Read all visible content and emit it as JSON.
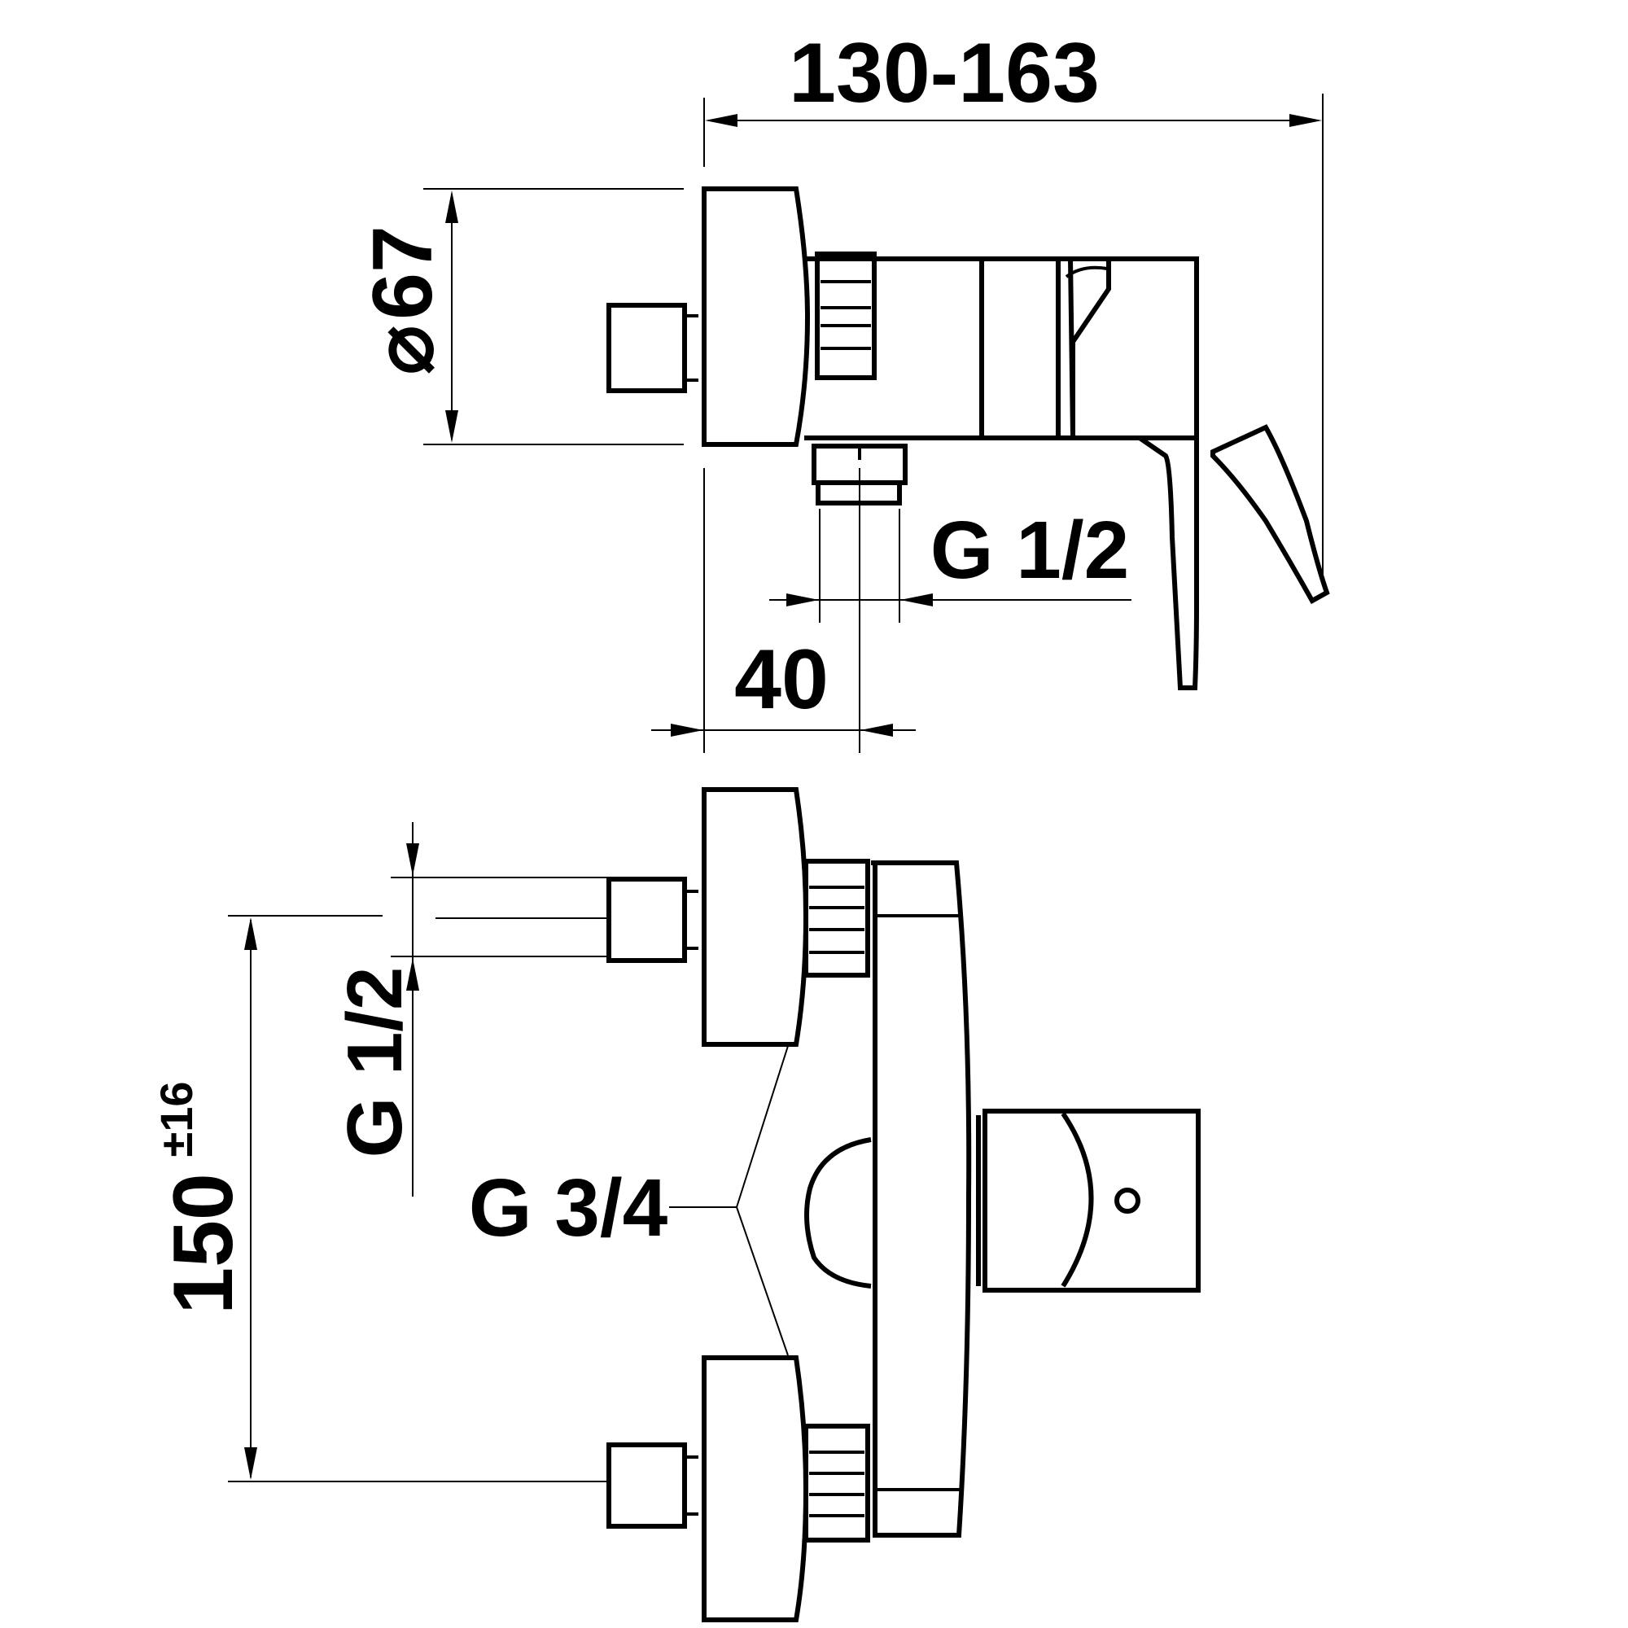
{
  "side_view": {
    "dim_width": "130-163",
    "dim_diameter": "67",
    "diameter_symbol": "⌀",
    "dim_outlet_thread": "G 1/2",
    "dim_outlet_offset": "40"
  },
  "front_view": {
    "dim_inlet_thread": "G 1/2",
    "dim_centers": "150",
    "dim_centers_tolerance": "±16",
    "dim_eccentric_thread": "G 3/4"
  }
}
